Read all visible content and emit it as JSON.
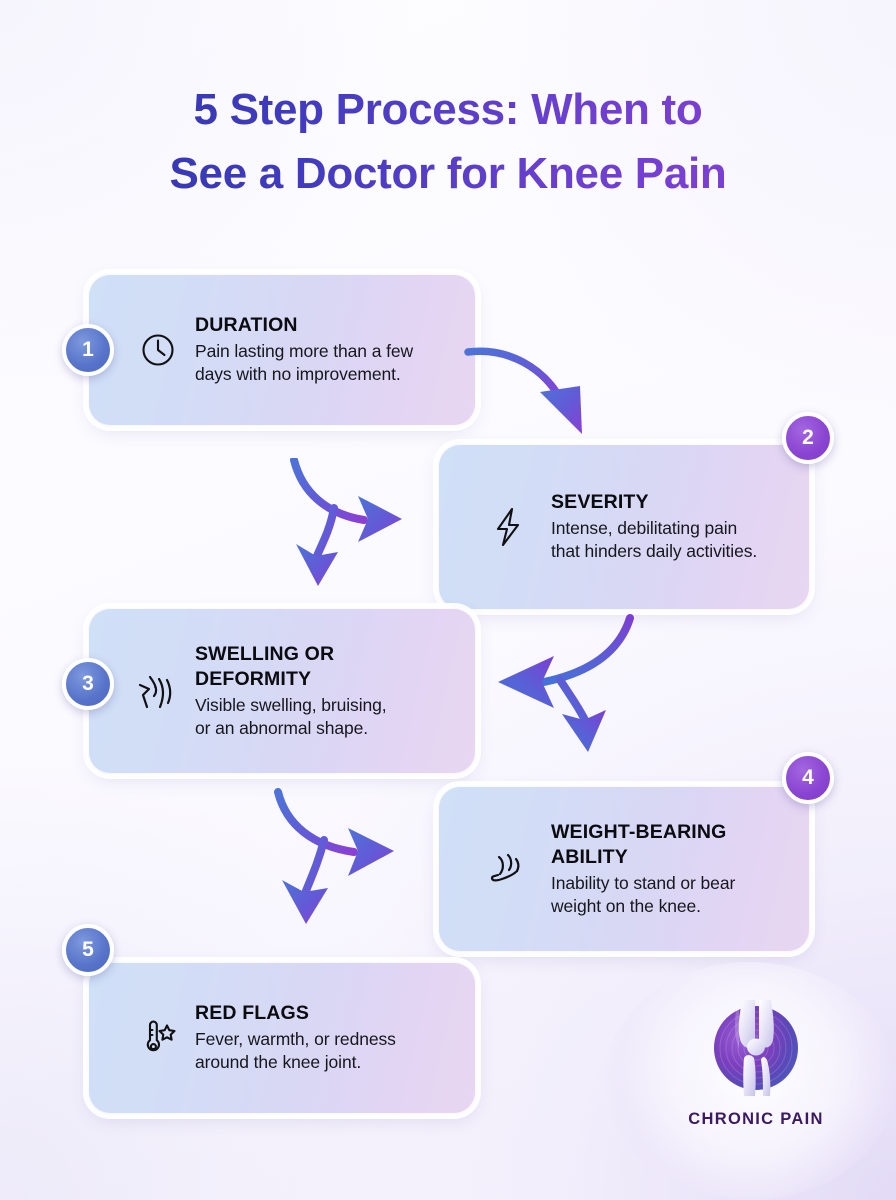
{
  "title": {
    "line1": "5 Step Process: When to",
    "line2": "See a Doctor for Knee Pain",
    "gradient_from": "#2e34a8",
    "gradient_to": "#8e3fd6"
  },
  "palette": {
    "badge_blue": "#5774ca",
    "badge_purple": "#8a44d2",
    "card_gradient_from": "#cfe0f7",
    "card_gradient_to": "#e8d6f2",
    "arrow_gradient_from": "#4e73d8",
    "arrow_gradient_to": "#8b3fd4",
    "logo_text": "#3b1a63",
    "page_background": "#fbfaff"
  },
  "steps": [
    {
      "number": "1",
      "title": "DURATION",
      "desc_line1": "Pain lasting more than a few",
      "desc_line2": "days with no improvement.",
      "icon": "clock-icon",
      "side": "left",
      "badge_color": "blue"
    },
    {
      "number": "2",
      "title": "SEVERITY",
      "desc_line1": "Intense, debilitating pain",
      "desc_line2": "that hinders daily activities.",
      "icon": "lightning-bolt-icon",
      "side": "right",
      "badge_color": "purple"
    },
    {
      "number": "3",
      "title_line1": "SWELLING OR",
      "title_line2": "DEFORMITY",
      "desc_line1": "Visible swelling, bruising,",
      "desc_line2": "or an abnormal shape.",
      "icon": "swollen-knee-icon",
      "side": "left",
      "badge_color": "blue"
    },
    {
      "number": "4",
      "title_line1": "WEIGHT-BEARING",
      "title_line2": "ABILITY",
      "desc_line1": "Inability to stand or bear",
      "desc_line2": "weight on the knee.",
      "icon": "foot-icon",
      "side": "right",
      "badge_color": "purple"
    },
    {
      "number": "5",
      "title": "RED FLAGS",
      "desc_line1": "Fever, warmth, or redness",
      "desc_line2": "around the knee joint.",
      "icon": "thermometer-star-icon",
      "side": "left",
      "badge_color": "blue"
    }
  ],
  "logo": {
    "label": "CHRONIC PAIN",
    "mark": "knee-joint-icon"
  }
}
